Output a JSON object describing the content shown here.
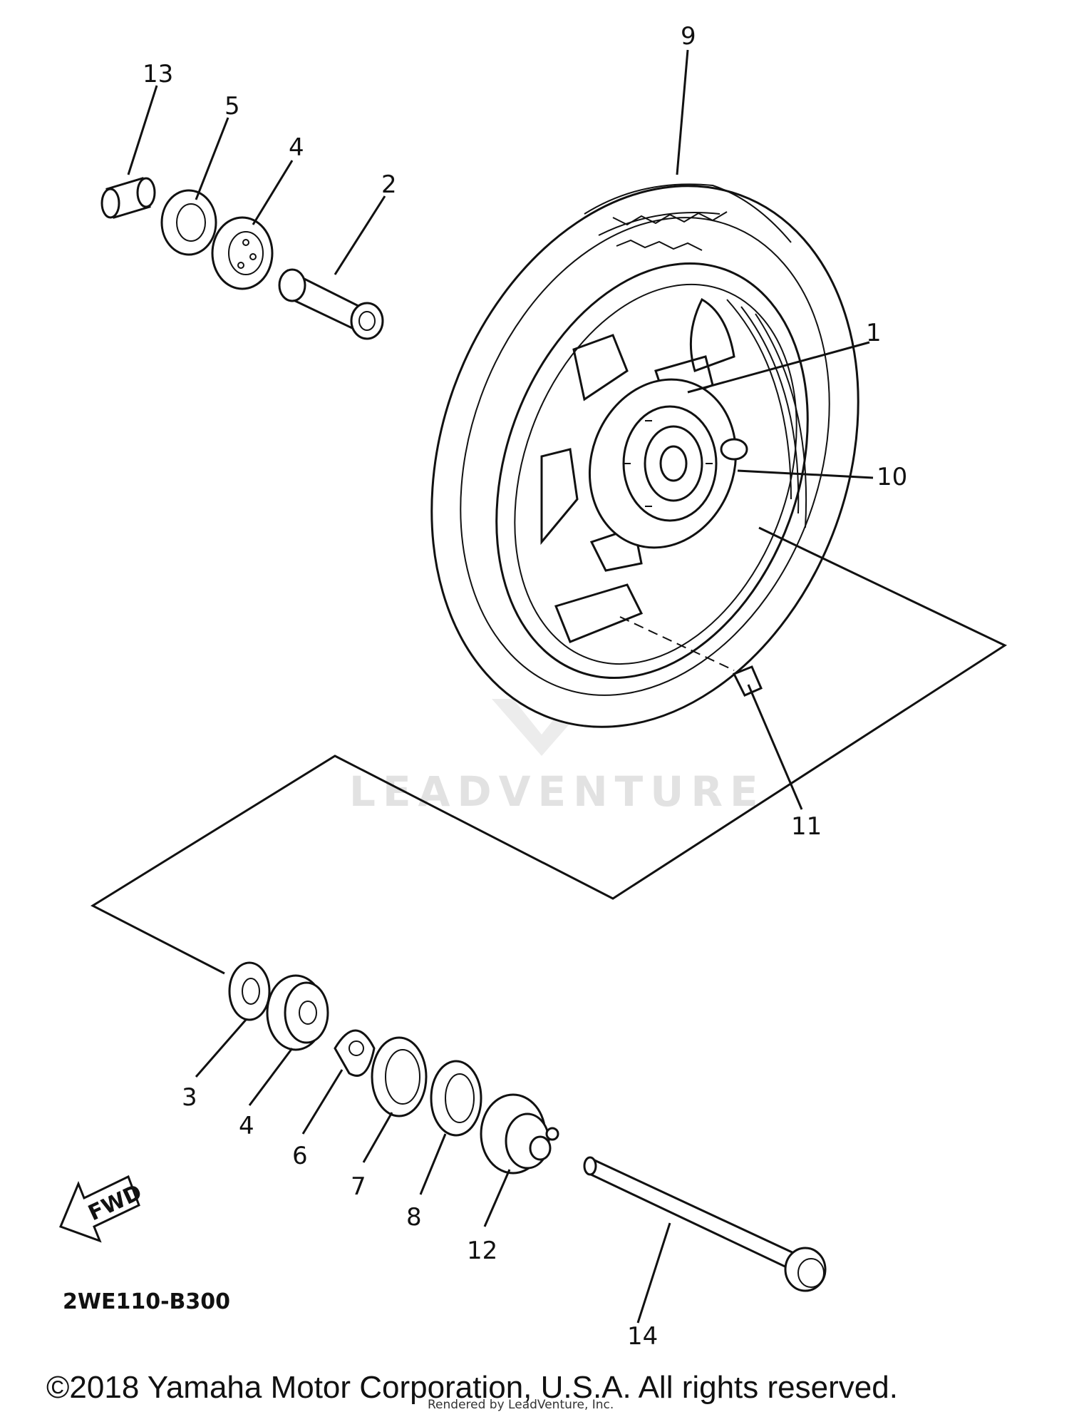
{
  "diagram": {
    "callouts": [
      {
        "id": "1",
        "label": "1"
      },
      {
        "id": "2",
        "label": "2"
      },
      {
        "id": "3",
        "label": "3"
      },
      {
        "id": "4a",
        "label": "4"
      },
      {
        "id": "4b",
        "label": "4"
      },
      {
        "id": "5",
        "label": "5"
      },
      {
        "id": "6",
        "label": "6"
      },
      {
        "id": "7",
        "label": "7"
      },
      {
        "id": "8",
        "label": "8"
      },
      {
        "id": "9",
        "label": "9"
      },
      {
        "id": "10",
        "label": "10"
      },
      {
        "id": "11",
        "label": "11"
      },
      {
        "id": "12",
        "label": "12"
      },
      {
        "id": "13",
        "label": "13"
      },
      {
        "id": "14",
        "label": "14"
      }
    ],
    "direction_label": "FWD",
    "part_number": "2WE110-B300",
    "watermark": "LEADVENTURE",
    "render_note": "Rendered by LeadVenture, Inc.",
    "copyright": "©2018 Yamaha Motor Corporation, U.S.A. All rights reserved."
  }
}
